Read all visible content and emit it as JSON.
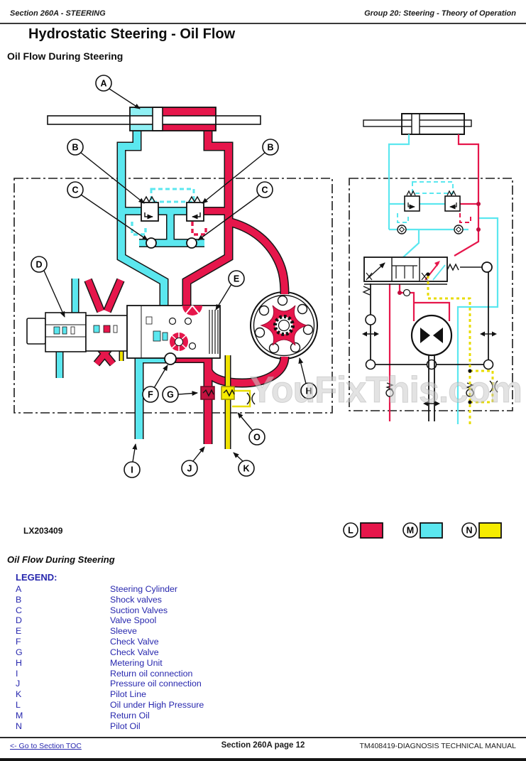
{
  "header": {
    "left": "Section 260A - STEERING",
    "right": "Group 20: Steering - Theory of Operation"
  },
  "title": "Hydrostatic Steering - Oil Flow",
  "subtitle": "Oil Flow During Steering",
  "figure": {
    "number": "LX203409",
    "watermark": "YouFixThis.com"
  },
  "callouts": {
    "A": "A",
    "B": "B",
    "C": "C",
    "D": "D",
    "E": "E",
    "F": "F",
    "G": "G",
    "H": "H",
    "I": "I",
    "J": "J",
    "K": "K",
    "L": "L",
    "M": "M",
    "N": "N",
    "O": "O"
  },
  "colors": {
    "high_pressure_oil": "#E6164B",
    "return_oil": "#5BE7EF",
    "pilot_oil": "#F6EC00",
    "legend_text": "#2727AE"
  },
  "section_heading": "Oil Flow During Steering",
  "legend": {
    "title": "LEGEND:",
    "items": [
      {
        "key": "A",
        "label": "Steering Cylinder"
      },
      {
        "key": "B",
        "label": "Shock valves"
      },
      {
        "key": "C",
        "label": "Suction Valves"
      },
      {
        "key": "D",
        "label": "Valve Spool"
      },
      {
        "key": "E",
        "label": "Sleeve"
      },
      {
        "key": "F",
        "label": "Check Valve"
      },
      {
        "key": "G",
        "label": "Check Valve"
      },
      {
        "key": "H",
        "label": "Metering Unit"
      },
      {
        "key": "I",
        "label": "Return oil connection"
      },
      {
        "key": "J",
        "label": "Pressure oil connection"
      },
      {
        "key": "K",
        "label": "Pilot Line"
      },
      {
        "key": "L",
        "label": "Oil under High Pressure"
      },
      {
        "key": "M",
        "label": "Return Oil"
      },
      {
        "key": "N",
        "label": "Pilot Oil"
      }
    ]
  },
  "footer": {
    "toc_link": "<- Go to Section TOC",
    "center": "Section 260A page 12",
    "right": "TM408419-DIAGNOSIS TECHNICAL MANUAL"
  }
}
